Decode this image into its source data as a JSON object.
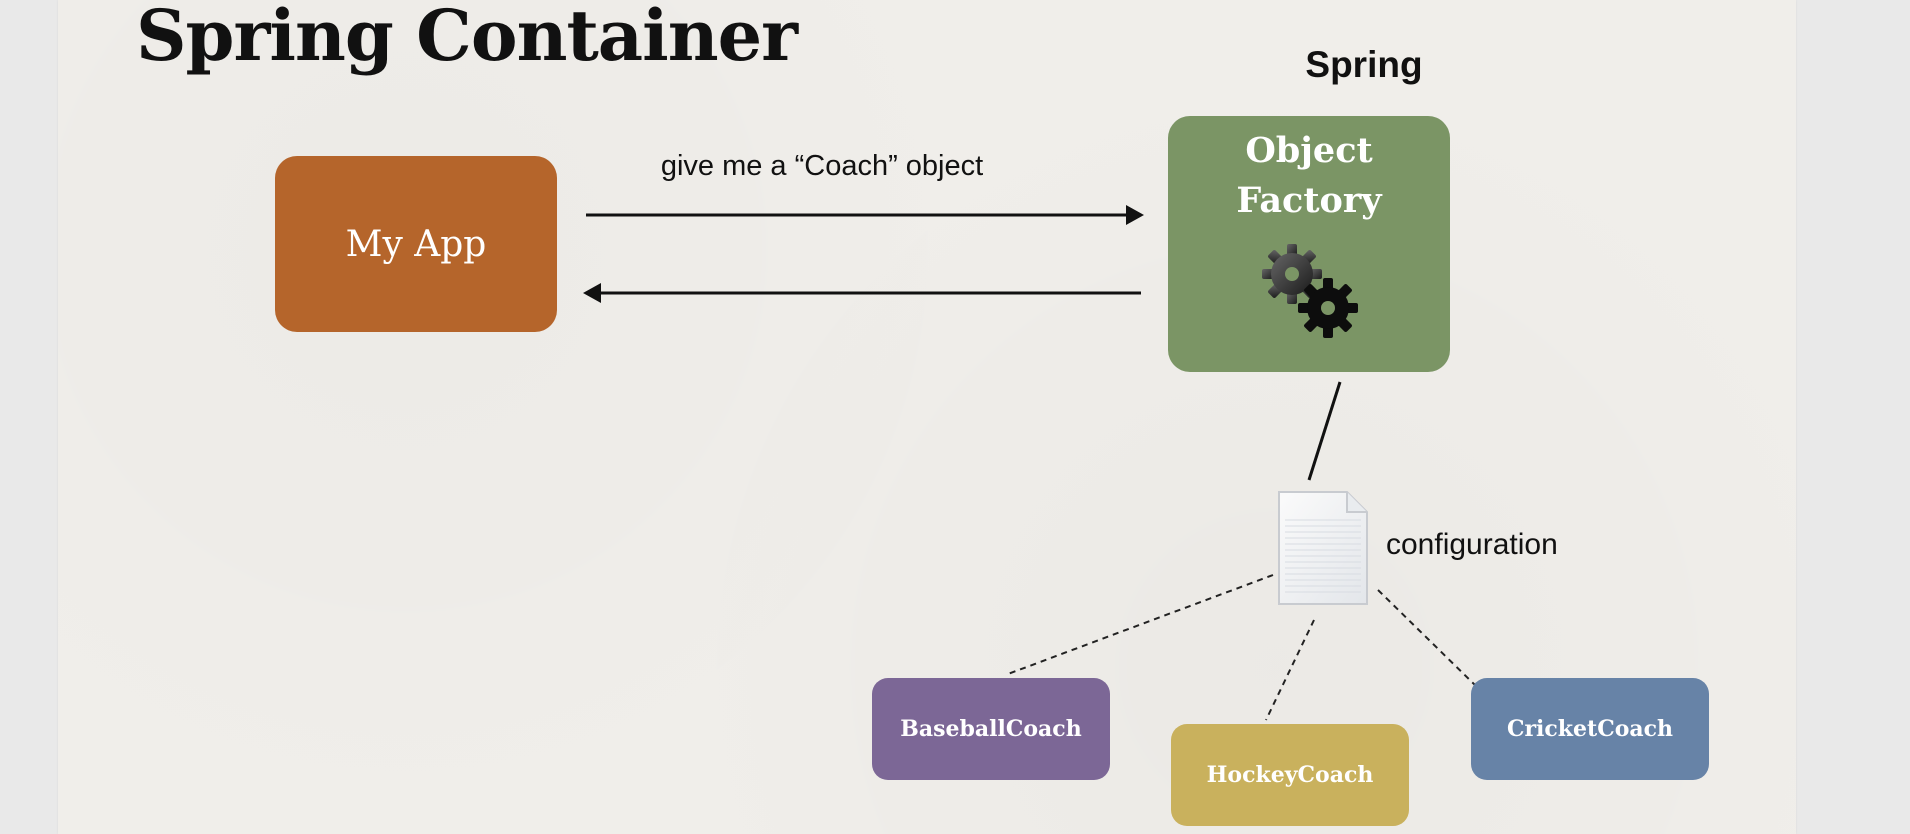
{
  "slide": {
    "title": "Spring Container"
  },
  "container": {
    "label": "Spring"
  },
  "my_app": {
    "label": "My App",
    "color": "#b5652b"
  },
  "object_factory": {
    "line1": "Object",
    "line2": "Factory",
    "color": "#7b9565",
    "icon": "gears-icon"
  },
  "request": {
    "label": "give me a “Coach” object"
  },
  "configuration": {
    "label": "configuration",
    "icon": "document-icon"
  },
  "coaches": [
    {
      "label": "BaseballCoach",
      "color": "#7c6796"
    },
    {
      "label": "HockeyCoach",
      "color": "#c9b15d"
    },
    {
      "label": "CricketCoach",
      "color": "#6783a7"
    }
  ]
}
